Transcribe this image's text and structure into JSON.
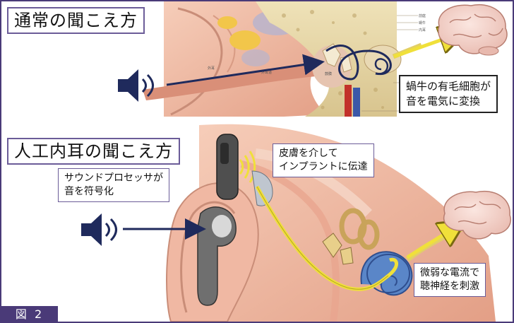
{
  "top_panel": {
    "title": "通常の聞こえ方",
    "callout_lines": [
      "蝸牛の有毛細胞が",
      "音を電気に変換"
    ]
  },
  "bottom_panel": {
    "title": "人工内耳の聞こえ方",
    "processor_callout_lines": [
      "サウンドプロセッサが",
      "音を符号化"
    ],
    "skin_callout_lines": [
      "皮膚を介して",
      "インプラントに伝達"
    ],
    "nerve_callout_lines": [
      "微弱な電流で",
      "聴神経を刺激"
    ]
  },
  "figure_label": "図 2",
  "icons": [
    "speaker-icon",
    "brain-icon",
    "ear-illustration",
    "cochlea-illustration",
    "sound-processor-illustration"
  ],
  "colors": {
    "frame": "#4a3a78",
    "arrow_dark": "#1f2a5c",
    "arrow_yellow": "#f0e03a",
    "skin": "#f2bba8",
    "cochlea_blue": "#5a86c8"
  }
}
